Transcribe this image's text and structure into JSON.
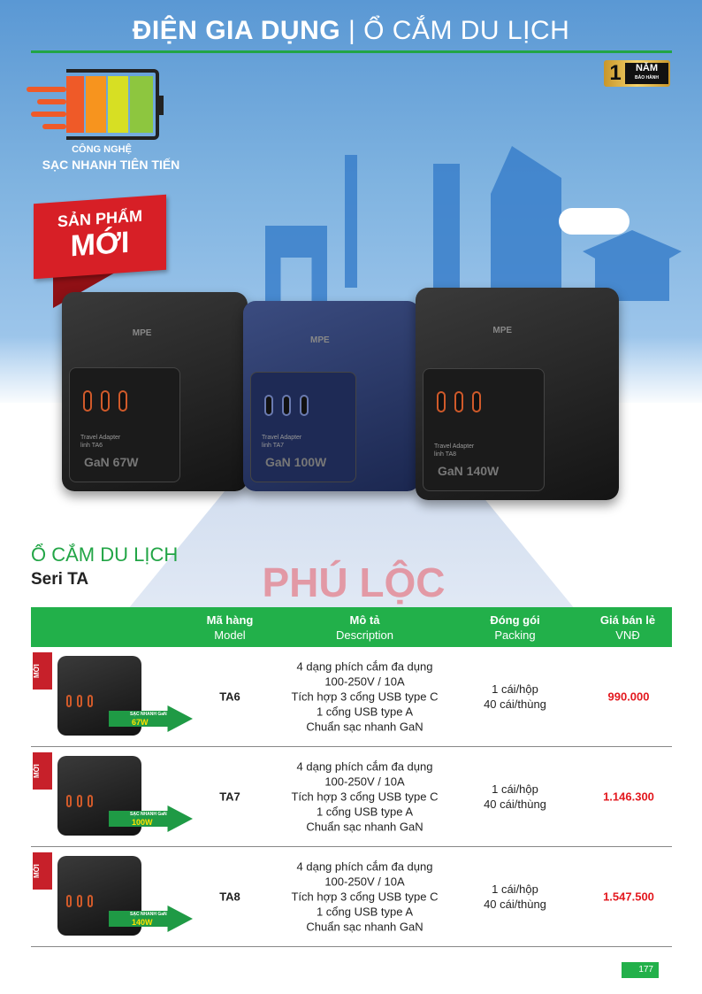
{
  "header": {
    "title_bold": "ĐIỆN GIA DỤNG",
    "separator": "|",
    "title_light": "Ổ CẮM DU LỊCH"
  },
  "warranty": {
    "number": "1",
    "unit": "NĂM",
    "label": "BẢO HÀNH"
  },
  "tech": {
    "line1": "CÔNG NGHỆ",
    "line2": "SẠC NHANH TIÊN TIẾN"
  },
  "new_banner": {
    "line1": "SẢN PHẨM",
    "line2": "MỚI"
  },
  "hero_products": [
    {
      "brand": "MPE",
      "label": "Travel Adapter\nlinh TA6",
      "gan": "GaN 67W"
    },
    {
      "brand": "MPE",
      "label": "Travel Adapter\nlinh TA7",
      "gan": "GaN 100W"
    },
    {
      "brand": "MPE",
      "label": "Travel Adapter\nlinh TA8",
      "gan": "GaN 140W"
    }
  ],
  "section": {
    "title": "Ổ CẮM DU LỊCH",
    "subtitle": "Seri TA"
  },
  "watermark": "PHÚ LỘC",
  "table": {
    "headers": [
      {
        "vi": "Mã hàng",
        "en": "Model"
      },
      {
        "vi": "Mô tả",
        "en": "Description"
      },
      {
        "vi": "Đóng gói",
        "en": "Packing"
      },
      {
        "vi": "Giá bán lẻ",
        "en": "VNĐ"
      }
    ],
    "rows": [
      {
        "badge": "MỚI",
        "arrow_text": "SẠC NHANH GaN",
        "watt": "67W",
        "model": "TA6",
        "desc": [
          "4 dạng phích cắm đa dụng",
          "100-250V / 10A",
          "Tích hợp 3 cổng USB type C",
          "1 cổng USB type A",
          "Chuẩn sạc nhanh GaN"
        ],
        "packing": [
          "1 cái/hộp",
          "40 cái/thùng"
        ],
        "price": "990.000"
      },
      {
        "badge": "MỚI",
        "arrow_text": "SẠC NHANH GaN",
        "watt": "100W",
        "model": "TA7",
        "desc": [
          "4 dạng phích cắm đa dụng",
          "100-250V / 10A",
          "Tích hợp 3 cổng USB type C",
          "1 cổng USB type A",
          "Chuẩn sạc nhanh GaN"
        ],
        "packing": [
          "1 cái/hộp",
          "40 cái/thùng"
        ],
        "price": "1.146.300"
      },
      {
        "badge": "MỚI",
        "arrow_text": "SẠC NHANH GaN",
        "watt": "140W",
        "model": "TA8",
        "desc": [
          "4 dạng phích cắm đa dụng",
          "100-250V / 10A",
          "Tích hợp 3 cổng USB type C",
          "1 cổng USB type A",
          "Chuẩn sạc nhanh GaN"
        ],
        "packing": [
          "1 cái/hộp",
          "40 cái/thùng"
        ],
        "price": "1.547.500"
      }
    ]
  },
  "page_number": "177",
  "colors": {
    "green": "#22b04a",
    "red": "#e3191f",
    "sky": "#5a98d4"
  }
}
